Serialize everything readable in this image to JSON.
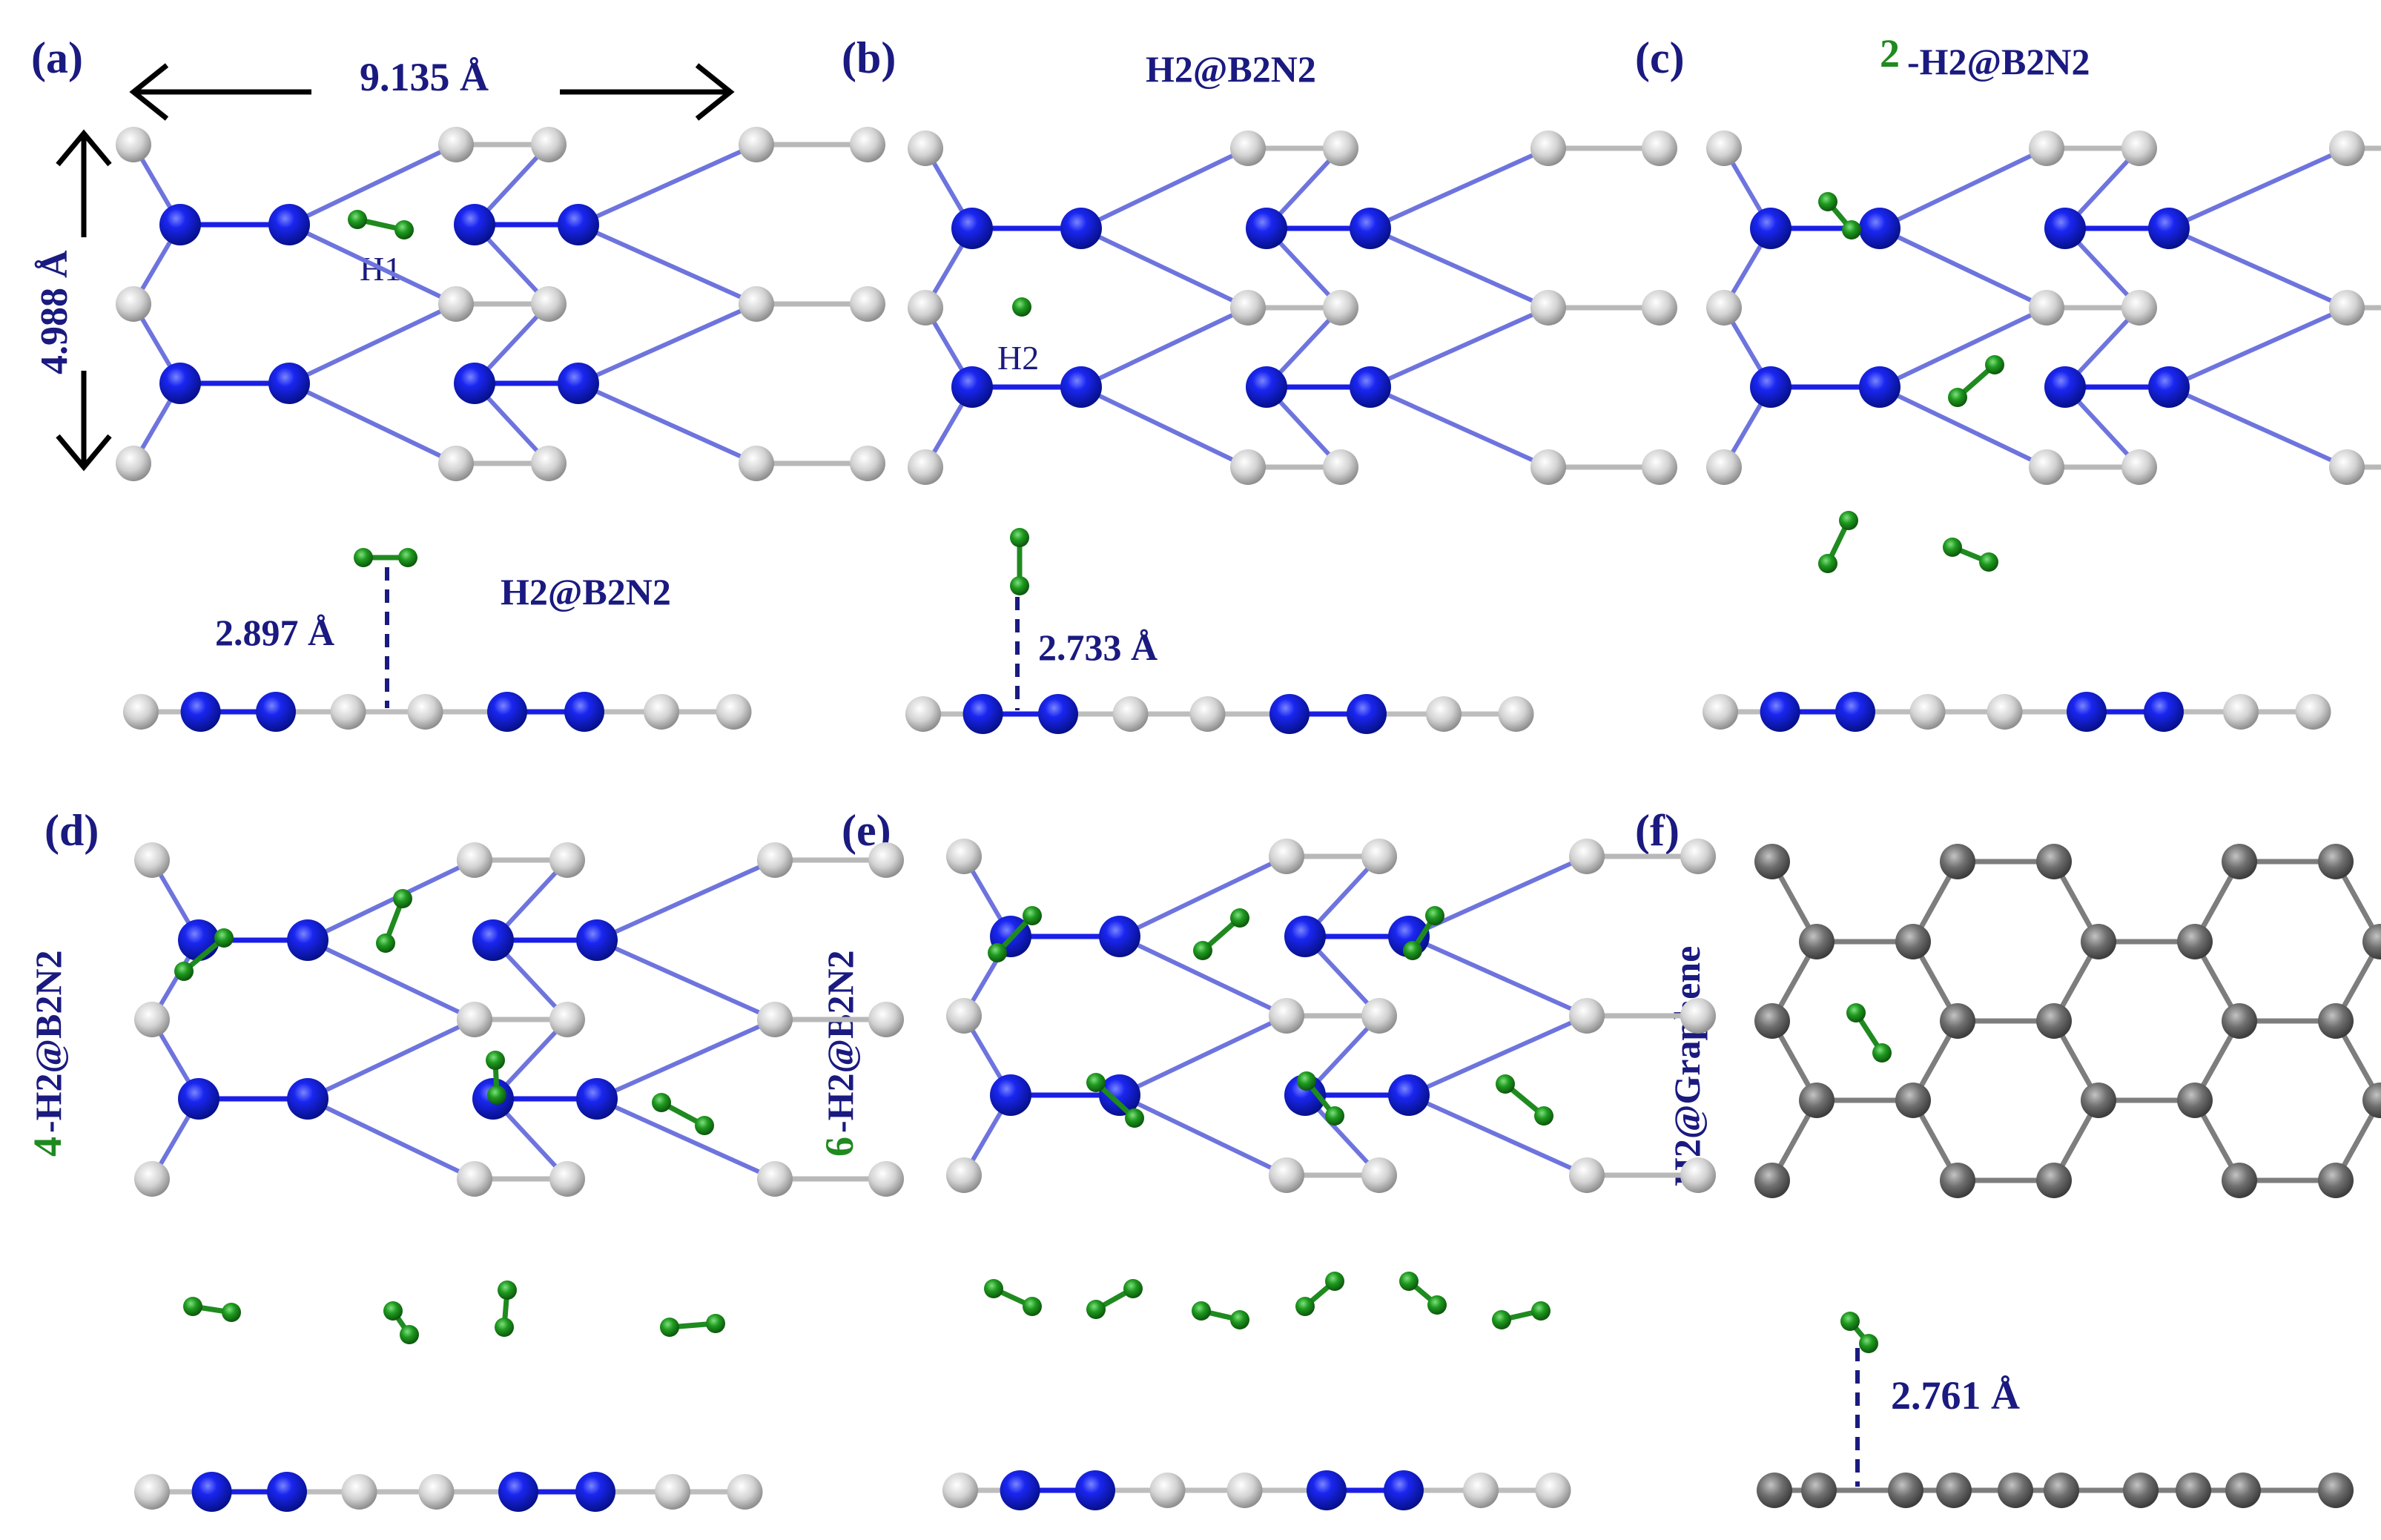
{
  "panels": [
    {
      "id": "a",
      "label": "(a)",
      "title": "H2@B2N2",
      "top_label": "H1"
    },
    {
      "id": "b",
      "label": "(b)",
      "title": "H2@B2N2",
      "top_label": "H2"
    },
    {
      "id": "c",
      "label": "(c)",
      "title_prefix": "2",
      "title": "-H2@B2N2"
    },
    {
      "id": "d",
      "label": "(d)",
      "title_prefix": "4",
      "title": "-H2@B2N2"
    },
    {
      "id": "e",
      "label": "(e)",
      "title_prefix": "6",
      "title": "-H2@B2N2"
    },
    {
      "id": "f",
      "label": "(f)",
      "title": "H2@Graphene"
    }
  ],
  "dimensions": {
    "width": "9.135 Å",
    "height": "4.988 Å",
    "a_distance": "2.897 Å",
    "b_distance": "2.733 Å",
    "f_distance": "2.761 Å"
  },
  "colors": {
    "boron_nitrogen_blue": "#0a14e6",
    "white_atom": "#c8c8c8",
    "carbon": "#6e6e6e",
    "hydrogen": "#1f8a1f",
    "label": "#1a1a80"
  }
}
